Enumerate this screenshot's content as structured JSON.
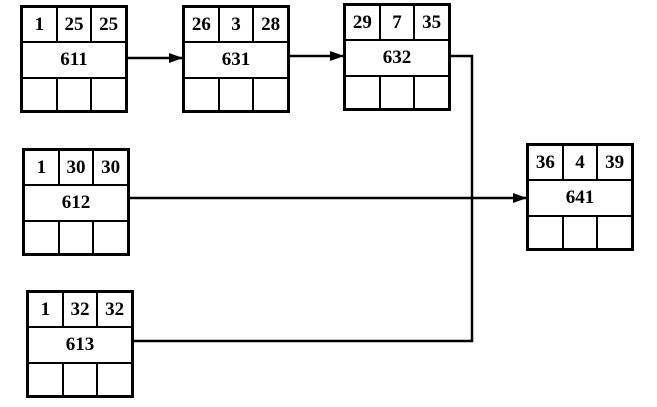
{
  "nodes": {
    "n611": {
      "id": "611",
      "top": [
        "1",
        "25",
        "25"
      ]
    },
    "n631": {
      "id": "631",
      "top": [
        "26",
        "3",
        "28"
      ]
    },
    "n632": {
      "id": "632",
      "top": [
        "29",
        "7",
        "35"
      ]
    },
    "n612": {
      "id": "612",
      "top": [
        "1",
        "30",
        "30"
      ]
    },
    "n641": {
      "id": "641",
      "top": [
        "36",
        "4",
        "39"
      ]
    },
    "n613": {
      "id": "613",
      "top": [
        "1",
        "32",
        "32"
      ]
    }
  },
  "edges": [
    {
      "from": "611",
      "to": "631"
    },
    {
      "from": "631",
      "to": "632"
    },
    {
      "from": "632",
      "to": "641"
    },
    {
      "from": "612",
      "to": "641"
    },
    {
      "from": "613",
      "to": "641"
    }
  ]
}
